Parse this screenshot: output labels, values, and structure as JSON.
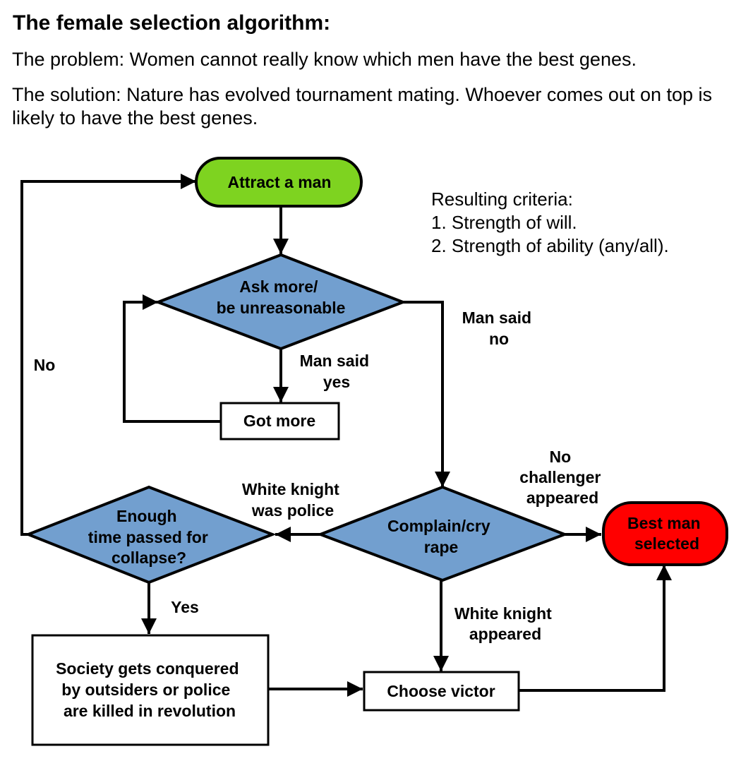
{
  "header": {
    "title": "The female selection algorithm:",
    "problem": "The problem: Women cannot really know which men have the best genes.",
    "solution": "The solution: Nature has evolved tournament mating. Whoever comes out on top is likely to have the best genes."
  },
  "criteria": {
    "heading": "Resulting criteria:",
    "items": [
      "1. Strength of will.",
      "2. Strength of ability (any/all)."
    ]
  },
  "nodes": {
    "attract": {
      "lines": [
        "Attract a man"
      ],
      "color": "#7ed320"
    },
    "ask": {
      "lines": [
        "Ask more/",
        "be unreasonable"
      ],
      "color": "#729fcf"
    },
    "got_more": {
      "lines": [
        "Got more"
      ],
      "color": "#ffffff"
    },
    "complain": {
      "lines": [
        "Complain/cry",
        "rape"
      ],
      "color": "#729fcf"
    },
    "enough": {
      "lines": [
        "Enough",
        "time passed for",
        "collapse?"
      ],
      "color": "#729fcf"
    },
    "best": {
      "lines": [
        "Best man",
        "selected"
      ],
      "color": "#ff0000"
    },
    "society": {
      "lines": [
        "Society gets conquered",
        "by outsiders or police",
        "are killed in revolution"
      ],
      "color": "#ffffff"
    },
    "choose": {
      "lines": [
        "Choose victor"
      ],
      "color": "#ffffff"
    }
  },
  "edges": {
    "man_said_yes": [
      "Man said",
      "yes"
    ],
    "man_said_no": [
      "Man said",
      "no"
    ],
    "no": [
      "No"
    ],
    "no_challenger": [
      "No",
      "challenger",
      "appeared"
    ],
    "white_knight_police": [
      "White knight",
      "was police"
    ],
    "yes": [
      "Yes"
    ],
    "white_knight_appeared": [
      "White knight",
      "appeared"
    ]
  }
}
